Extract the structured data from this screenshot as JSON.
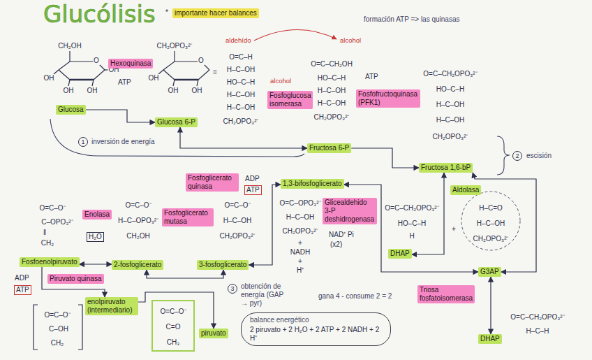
{
  "diagram": {
    "title": "Glucólisis",
    "nodes": [
      {
        "text": [
          "importante hacer balances"
        ]
      },
      {
        "text": [
          "Glucosa"
        ]
      },
      {
        "text": [
          "Hexoquinasa"
        ]
      },
      {
        "text": [
          "Glucosa 6-P"
        ]
      },
      {
        "text": [
          "Fosfoglucosa isomerasa"
        ]
      },
      {
        "text": [
          "Fructosa 6-P"
        ]
      },
      {
        "text": [
          "Fosfofructoquinasa (PFK1)"
        ]
      },
      {
        "text": [
          "Fructosa 1,6-bP"
        ]
      },
      {
        "text": [
          "Aldolasa"
        ]
      },
      {
        "text": [
          "DHAP"
        ]
      },
      {
        "text": [
          "G3AP"
        ]
      },
      {
        "text": [
          "1,3-bifosfoglicerato"
        ]
      },
      {
        "text": [
          "Glicealdehido 3-P deshidrogenasa"
        ]
      },
      {
        "text": [
          "3-fosfoglicerato"
        ]
      },
      {
        "text": [
          "Fosfoglicerato quinasa"
        ]
      },
      {
        "text": [
          "2-fosfoglicerato"
        ]
      },
      {
        "text": [
          "Fosfoglicerato mutasa"
        ]
      },
      {
        "text": [
          "Fosfoenolpiruvato"
        ]
      },
      {
        "text": [
          "Enolasa"
        ]
      },
      {
        "text": [
          "Piruvato quinasa"
        ]
      },
      {
        "text": [
          "enolpiruvato (intermediario)"
        ]
      },
      {
        "text": [
          "piruvato"
        ]
      },
      {
        "text": [
          "Triosa fosfatoisomerasa"
        ]
      },
      {
        "text": [
          "DHAP"
        ]
      },
      {
        "text": [
          "balance energético",
          "2 piruvato + 2 H₂O + 2 ATP + 2 NADH + 2 H⁺"
        ]
      }
    ],
    "edges": [
      {
        "from": 1,
        "to": 3,
        "arrow": "to"
      },
      {
        "from": 3,
        "to": 5,
        "arrow": "both"
      },
      {
        "from": 5,
        "to": 7,
        "arrow": "to"
      },
      {
        "from": 7,
        "to": 9,
        "arrow": "both"
      },
      {
        "from": 7,
        "to": 10,
        "arrow": "both"
      },
      {
        "from": 10,
        "to": 11,
        "arrow": "both"
      },
      {
        "from": 11,
        "to": 13,
        "arrow": "both"
      },
      {
        "from": 13,
        "to": 15,
        "arrow": "both"
      },
      {
        "from": 15,
        "to": 17,
        "arrow": "both"
      },
      {
        "from": 17,
        "to": 20,
        "arrow": "to"
      },
      {
        "from": 20,
        "to": 21,
        "arrow": "to"
      },
      {
        "from": 10,
        "to": 23,
        "arrow": "both"
      }
    ],
    "labels": [
      "*",
      "formación ATP => las quinasas",
      "CH₂OH",
      "O",
      "OH",
      "OH",
      "OH",
      "OH",
      "ATP",
      "CH₂OPO₃²⁻",
      "O",
      "OH",
      "OH",
      "OH",
      "=",
      "O=C–H",
      "H–C–OH",
      "HO–C–H",
      "H–C–OH",
      "H–C–OH",
      "CH₂OPO₃²⁻",
      "aldehído",
      "alcohol",
      "alcohol",
      "O=C–CH₂OH",
      "HO–C–H",
      "H–C–OH",
      "H–C–OH",
      "CH₂OPO₃²⁻",
      "ATP",
      "O=C–CH₂OPO₃²⁻",
      "HO–C–H",
      "H–C–OH",
      "H–C–OH",
      "CH₂OPO₃²⁻",
      "2",
      "escisión",
      "1",
      "inversión de energía",
      "O=C–O⁻",
      "C–OPO₃²⁻",
      "‖",
      "CH₂",
      "H₂O",
      "O=C–O⁻",
      "H–C–OPO₃²⁻",
      "CH₂OH",
      "O=C–O⁻",
      "H–C–OH",
      "CH₂OPO₃²⁻",
      "ADP",
      "ATP",
      "O=C–OPO₃²⁻",
      "H–C–OH",
      "CH₂OPO₃²⁻",
      "+",
      "NADH",
      "+",
      "H⁺",
      "NAD⁺ Pi",
      "(x2)",
      "O=C–CH₂OPO₃²⁻",
      "HO–C–H",
      "H",
      "+",
      "H–C=O",
      "H–C–OH",
      "CH₂OPO₃²⁻",
      "ADP",
      "ATP",
      "O=C–O⁻",
      "C–OH",
      "CH₂",
      "O=C–O⁻",
      "C=O",
      "CH₃",
      "3",
      "obtención de energía (GAP → pyr)",
      "gana 4 - consume 2 = 2",
      "O=C–CH₂OPO₃²⁻",
      "H–C–H"
    ]
  }
}
